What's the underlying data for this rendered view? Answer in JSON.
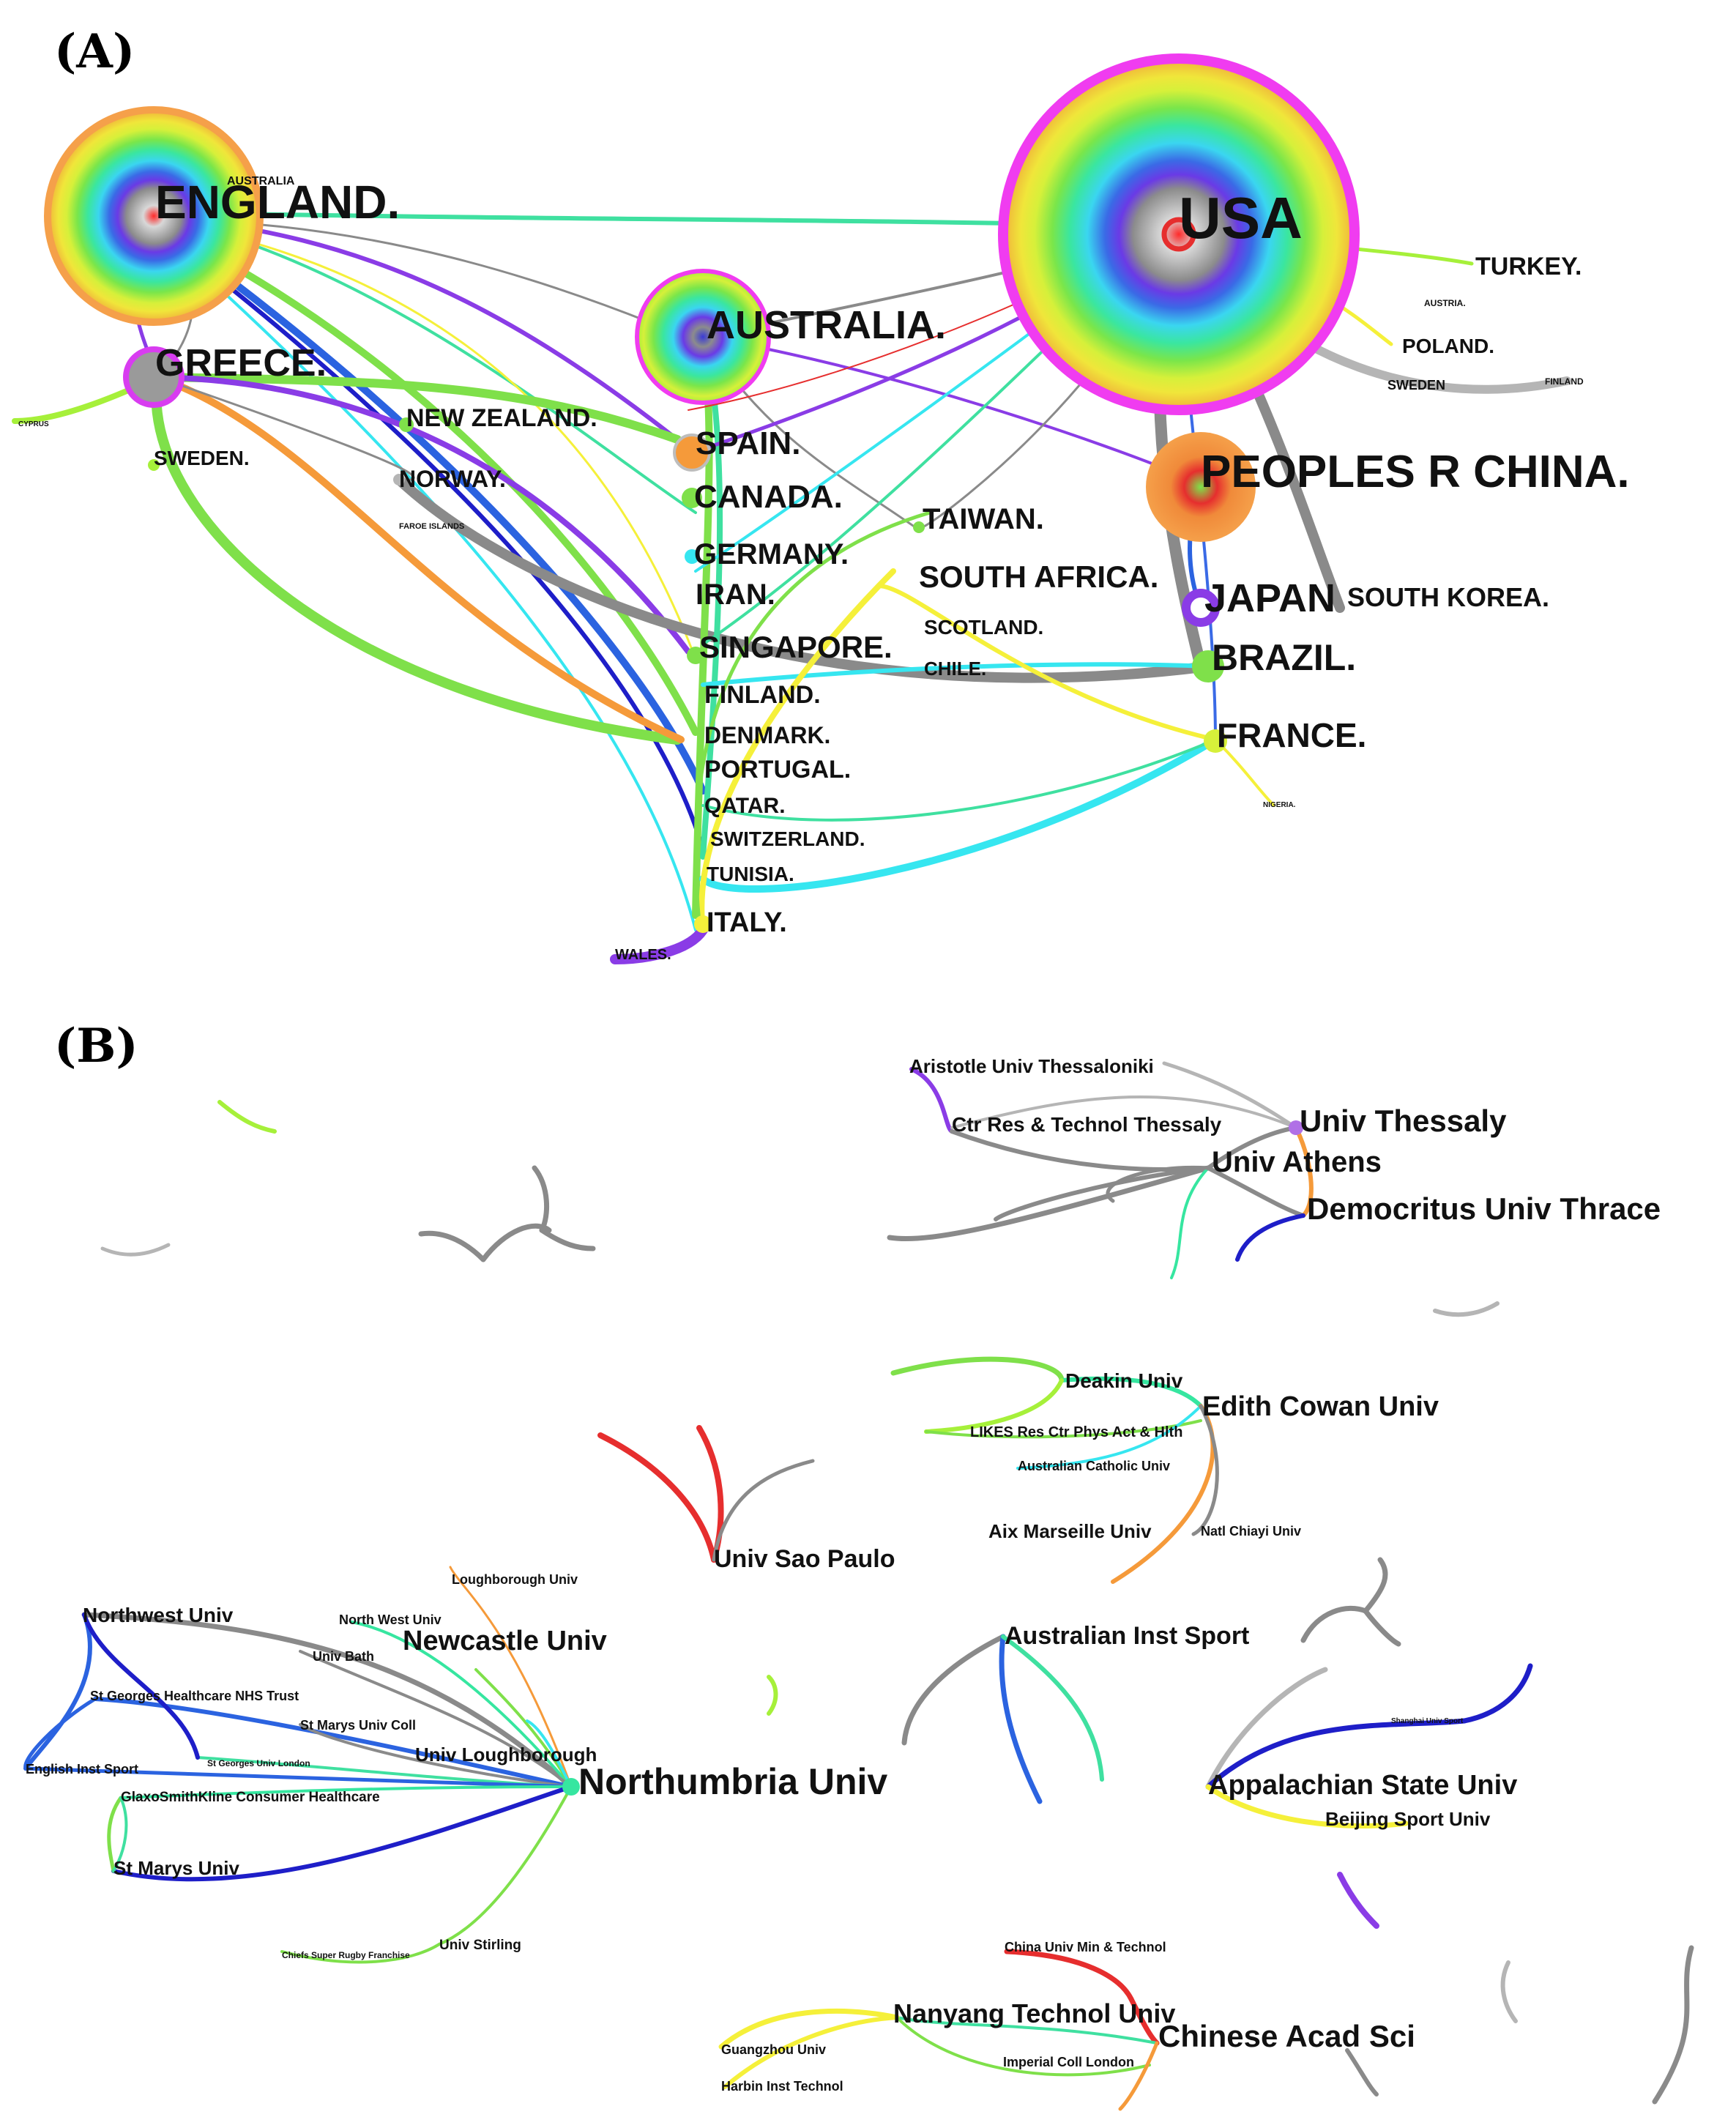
{
  "panels": [
    {
      "id": "A",
      "label": "(A)"
    },
    {
      "id": "B",
      "label": "(B)"
    }
  ],
  "network_a": {
    "nodes": [
      {
        "id": "england",
        "label": "ENGLAND."
      },
      {
        "id": "australia_small",
        "label": "AUSTRALIA"
      },
      {
        "id": "usa",
        "label": "USA"
      },
      {
        "id": "turkey",
        "label": "TURKEY."
      },
      {
        "id": "austria",
        "label": "AUSTRIA."
      },
      {
        "id": "poland",
        "label": "POLAND."
      },
      {
        "id": "sweden_r",
        "label": "SWEDEN"
      },
      {
        "id": "finland_r",
        "label": "FINLAND"
      },
      {
        "id": "australia",
        "label": "AUSTRALIA."
      },
      {
        "id": "greece",
        "label": "GREECE."
      },
      {
        "id": "cyprus",
        "label": "CYPRUS"
      },
      {
        "id": "newzealand",
        "label": "NEW ZEALAND."
      },
      {
        "id": "sweden",
        "label": "SWEDEN."
      },
      {
        "id": "norway",
        "label": "NORWAY."
      },
      {
        "id": "faroe",
        "label": "FAROE ISLANDS"
      },
      {
        "id": "spain",
        "label": "SPAIN."
      },
      {
        "id": "canada",
        "label": "CANADA."
      },
      {
        "id": "china",
        "label": "PEOPLES R CHINA."
      },
      {
        "id": "taiwan",
        "label": "TAIWAN."
      },
      {
        "id": "germany",
        "label": "GERMANY."
      },
      {
        "id": "iran",
        "label": "IRAN."
      },
      {
        "id": "southafrica",
        "label": "SOUTH AFRICA."
      },
      {
        "id": "japan",
        "label": "JAPAN"
      },
      {
        "id": "southkorea",
        "label": "SOUTH KOREA."
      },
      {
        "id": "scotland",
        "label": "SCOTLAND."
      },
      {
        "id": "singapore",
        "label": "SINGAPORE."
      },
      {
        "id": "brazil",
        "label": "BRAZIL."
      },
      {
        "id": "chile",
        "label": "CHILE."
      },
      {
        "id": "finland",
        "label": "FINLAND."
      },
      {
        "id": "denmark",
        "label": "DENMARK."
      },
      {
        "id": "france",
        "label": "FRANCE."
      },
      {
        "id": "portugal",
        "label": "PORTUGAL."
      },
      {
        "id": "nigeria",
        "label": "NIGERIA."
      },
      {
        "id": "qatar",
        "label": "QATAR."
      },
      {
        "id": "switzerland",
        "label": "SWITZERLAND."
      },
      {
        "id": "tunisia",
        "label": "TUNISIA."
      },
      {
        "id": "italy",
        "label": "ITALY."
      },
      {
        "id": "wales",
        "label": "WALES."
      }
    ]
  },
  "network_b": {
    "nodes": [
      {
        "id": "aristotle",
        "label": "Aristotle Univ Thessaloniki"
      },
      {
        "id": "ctrres",
        "label": "Ctr Res & Technol Thessaly"
      },
      {
        "id": "thessaly",
        "label": "Univ Thessaly"
      },
      {
        "id": "athens",
        "label": "Univ Athens"
      },
      {
        "id": "democritus",
        "label": "Democritus Univ Thrace"
      },
      {
        "id": "deakin",
        "label": "Deakin Univ"
      },
      {
        "id": "edithcowan",
        "label": "Edith Cowan Univ"
      },
      {
        "id": "likes",
        "label": "LIKES Res Ctr Phys Act & Hlth"
      },
      {
        "id": "acu",
        "label": "Australian Catholic Univ"
      },
      {
        "id": "aixmarseille",
        "label": "Aix Marseille Univ"
      },
      {
        "id": "chiayi",
        "label": "Natl Chiayi Univ"
      },
      {
        "id": "saopaulo",
        "label": "Univ Sao Paulo"
      },
      {
        "id": "loughborough",
        "label": "Loughborough Univ"
      },
      {
        "id": "northwest",
        "label": "Northwest Univ"
      },
      {
        "id": "northwestuniv",
        "label": "North West Univ"
      },
      {
        "id": "newcastle",
        "label": "Newcastle Univ"
      },
      {
        "id": "bath",
        "label": "Univ Bath"
      },
      {
        "id": "stgeorgesnhs",
        "label": "St Georges Healthcare NHS Trust"
      },
      {
        "id": "stmaryscoll",
        "label": "St Marys Univ Coll"
      },
      {
        "id": "stgeorgeslondon",
        "label": "St Georges Univ London"
      },
      {
        "id": "englishinst",
        "label": "English Inst Sport"
      },
      {
        "id": "univloughborough",
        "label": "Univ Loughborough"
      },
      {
        "id": "northumbria",
        "label": "Northumbria Univ"
      },
      {
        "id": "gsk",
        "label": "GlaxoSmithKline Consumer Healthcare"
      },
      {
        "id": "stmarys",
        "label": "St Marys Univ"
      },
      {
        "id": "chiefs",
        "label": "Chiefs Super Rugby Franchise"
      },
      {
        "id": "stirling",
        "label": "Univ Stirling"
      },
      {
        "id": "ais",
        "label": "Australian Inst Sport"
      },
      {
        "id": "shanghai",
        "label": "Shanghai Univ Sport"
      },
      {
        "id": "appalachian",
        "label": "Appalachian State Univ"
      },
      {
        "id": "beijing",
        "label": "Beijing Sport Univ"
      },
      {
        "id": "chinamining",
        "label": "China Univ Min & Technol"
      },
      {
        "id": "nanyang",
        "label": "Nanyang Technol Univ"
      },
      {
        "id": "cas",
        "label": "Chinese Acad Sci"
      },
      {
        "id": "guangzhou",
        "label": "Guangzhou Univ"
      },
      {
        "id": "imperial",
        "label": "Imperial Coll London"
      },
      {
        "id": "harbin",
        "label": "Harbin Inst Technol"
      }
    ]
  },
  "colors": {
    "gray": "#8a8a8a",
    "lightgray": "#b5b5b5",
    "green": "#7fe04a",
    "lime": "#a6f03a",
    "teal": "#3fe0a0",
    "cyan": "#36e6f0",
    "blue": "#2b63e0",
    "darkblue": "#1e1ec8",
    "purple": "#8a3ce6",
    "magenta": "#f03cf0",
    "orange": "#f59a3a",
    "yellow": "#f5f03a",
    "red": "#e62e2e"
  }
}
